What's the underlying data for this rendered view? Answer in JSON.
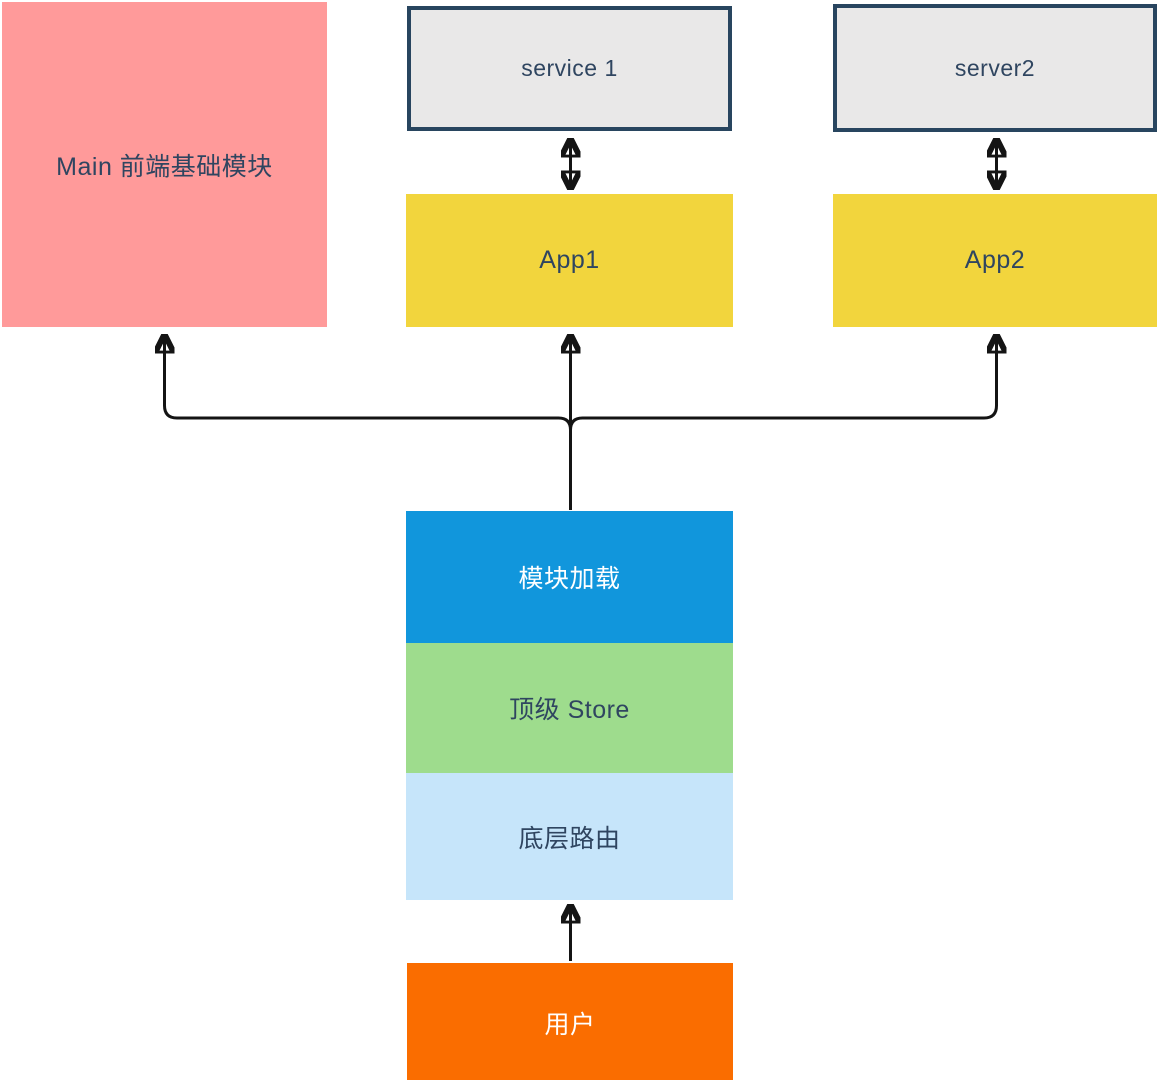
{
  "diagram": {
    "title": "micro-frontend-architecture",
    "nodes": {
      "main_module": {
        "label": "Main 前端基础模块",
        "bg": "#FF9A9A",
        "text_color": "#2F4560"
      },
      "service1": {
        "label": "service 1",
        "bg": "#E9E8E8",
        "border": "#28455F",
        "text_color": "#2F4560"
      },
      "server2": {
        "label": "server2",
        "bg": "#E9E8E8",
        "border": "#28455F",
        "text_color": "#2F4560"
      },
      "app1": {
        "label": "App1",
        "bg": "#F2D53D",
        "text_color": "#2F4560"
      },
      "app2": {
        "label": "App2",
        "bg": "#F2D53D",
        "text_color": "#2F4560"
      },
      "module_loader": {
        "label": "模块加载",
        "bg": "#1196DC",
        "text_color": "#FFFFFF"
      },
      "top_store": {
        "label": "顶级 Store",
        "bg": "#9EDC8D",
        "text_color": "#2F4560"
      },
      "base_router": {
        "label": "底层路由",
        "bg": "#C6E5FA",
        "text_color": "#2F4560"
      },
      "user": {
        "label": "用户",
        "bg": "#FA6D00",
        "text_color": "#FFFFFF"
      }
    },
    "edges": [
      {
        "from": "service1",
        "to": "app1",
        "type": "bidirectional"
      },
      {
        "from": "server2",
        "to": "app2",
        "type": "bidirectional"
      },
      {
        "from": "module_loader",
        "to": "main_module",
        "type": "arrow"
      },
      {
        "from": "module_loader",
        "to": "app1",
        "type": "arrow"
      },
      {
        "from": "module_loader",
        "to": "app2",
        "type": "arrow"
      },
      {
        "from": "user",
        "to": "base_router",
        "type": "arrow"
      }
    ],
    "colors": {
      "background": "#FFFFFF",
      "arrow": "#141414",
      "text_dark": "#2F4560"
    }
  }
}
